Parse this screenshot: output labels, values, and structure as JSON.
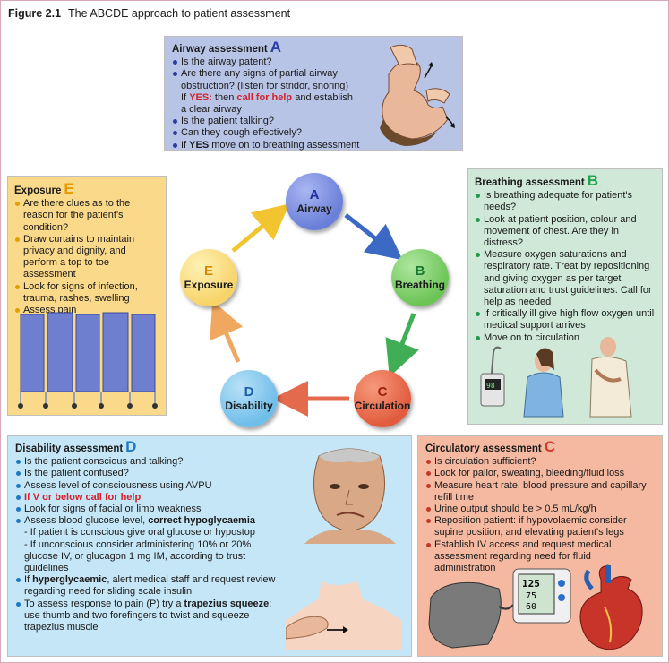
{
  "figure": {
    "label": "Figure 2.1",
    "title": "The ABCDE approach to patient assessment"
  },
  "cycle": {
    "a": {
      "letter": "A",
      "word": "Airway"
    },
    "b": {
      "letter": "B",
      "word": "Breathing"
    },
    "c": {
      "letter": "C",
      "word": "Circulation"
    },
    "d": {
      "letter": "D",
      "word": "Disability"
    },
    "e": {
      "letter": "E",
      "word": "Exposure"
    }
  },
  "airway": {
    "heading": "Airway assessment",
    "letter": "A",
    "items": [
      "Is the airway patent?",
      "Are there any signs of partial airway obstruction? (listen for stridor, snoring)",
      "If",
      "YES:",
      " then ",
      "call for help",
      " and establish a clear airway",
      "Is the patient talking?",
      "Can they cough effectively?",
      "If ",
      "YES",
      " move on to breathing assessment"
    ]
  },
  "exposure": {
    "heading": "Exposure",
    "letter": "E",
    "items": [
      "Are there clues as to the reason for the patient's condition?",
      "Draw curtains to maintain privacy and dignity, and perform a top to toe assessment",
      "Look for signs of infection, trauma, rashes, swelling",
      "Assess pain"
    ]
  },
  "breathing": {
    "heading": "Breathing assessment",
    "letter": "B",
    "items": [
      "Is breathing adequate for patient's needs?",
      "Look at patient position, colour and movement of chest. Are they in distress?",
      "Measure oxygen saturations and respiratory rate. Treat by repositioning and giving oxygen as per target saturation and trust guidelines. Call for help as needed",
      "If critically ill give high flow oxygen until medical support arrives",
      "Move on to circulation"
    ],
    "monitor_reading": "98"
  },
  "disability": {
    "heading": "Disability assessment",
    "letter": "D",
    "items": [
      "Is the patient conscious and talking?",
      "Is the patient confused?",
      "Assess level of consciousness using AVPU",
      "If V or below call for help",
      "Look for signs of facial or limb weakness",
      "Assess blood glucose level, ",
      "correct hypoglycaemia",
      "- If patient is conscious give oral glucose or hypostop",
      "- If unconscious consider administering 10% or 20% glucose IV, or glucagon 1 mg IM, according to trust guidelines",
      "If ",
      "hyperglycaemic",
      ", alert medical staff and request review regarding need for sliding scale insulin",
      "To assess response to pain (P) try a ",
      "trapezius squeeze",
      ": use thumb and two forefingers to twist and squeeze trapezius muscle"
    ]
  },
  "circulation": {
    "heading": "Circulatory assessment",
    "letter": "C",
    "items": [
      "Is circulation sufficient?",
      "Look for pallor, sweating, bleeding/fluid loss",
      "Measure heart rate, blood pressure and capillary refill time",
      "Urine output should be > 0.5 mL/kg/h",
      "Reposition patient: if hypovolaemic consider supine position, and elevating patient's legs",
      "Establish IV access and request medical assessment regarding need for fluid administration"
    ],
    "bp_top": "125",
    "bp_mid": "75",
    "bp_bot": "60"
  },
  "colors": {
    "airway": "#b8c4e6",
    "breathing": "#cfe8d8",
    "circulation": "#f4b9a0",
    "disability": "#c5e6f6",
    "exposure": "#fbd98a"
  }
}
